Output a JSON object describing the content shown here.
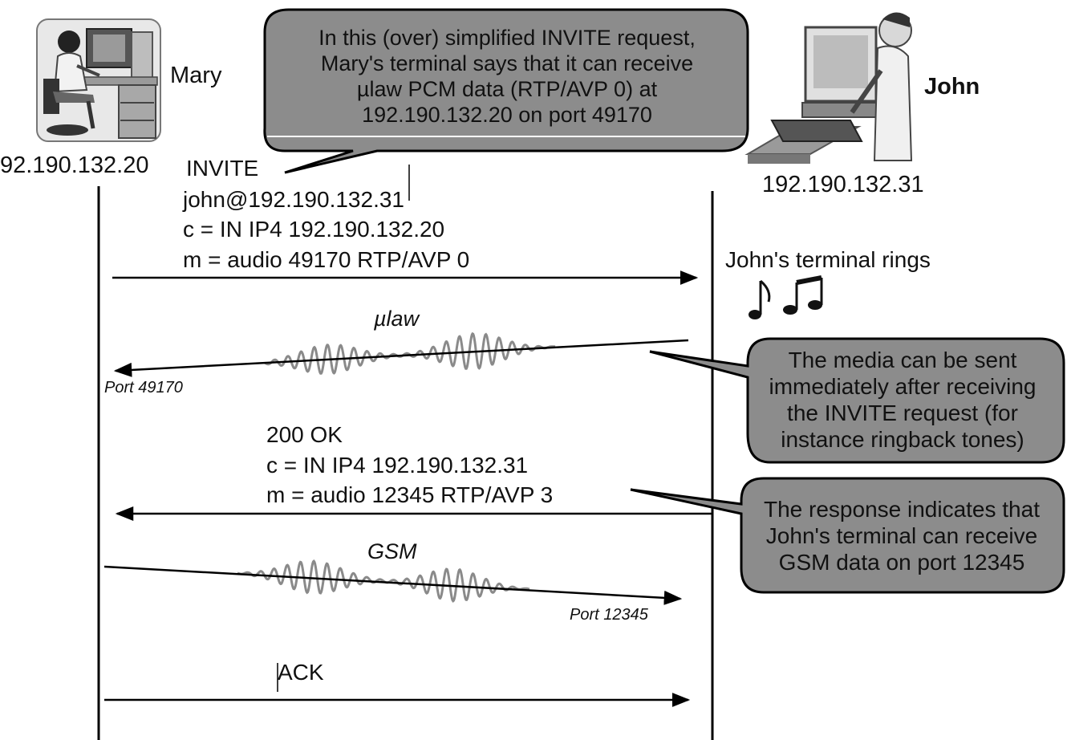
{
  "participants": {
    "mary": {
      "name": "Mary",
      "ip": "92.190.132.20"
    },
    "john": {
      "name": "John",
      "ip": "192.190.132.31"
    }
  },
  "bubbles": {
    "invite_note": [
      "In this (over) simplified INVITE request,",
      "Mary's terminal says that it can receive",
      "µlaw PCM data (RTP/AVP 0) at",
      "192.190.132.20 on port 49170"
    ],
    "media_note": [
      "The media can be sent",
      "immediately after receiving",
      "the INVITE request (for",
      "instance ringback tones)"
    ],
    "response_note": [
      "The response indicates that",
      "John's terminal can receive",
      "GSM data on port 12345"
    ]
  },
  "messages": {
    "invite": [
      "INVITE",
      "john@192.190.132.31",
      "c = IN IP4 192.190.132.20",
      "m = audio 49170 RTP/AVP 0"
    ],
    "ok": [
      "200 OK",
      "c = IN IP4 192.190.132.31",
      "m = audio 12345 RTP/AVP 3"
    ],
    "ack": "ACK",
    "rings": "John's terminal rings"
  },
  "media": {
    "ulaw": {
      "codec": "µlaw",
      "port": "Port 49170"
    },
    "gsm": {
      "codec": "GSM",
      "port": "Port 12345"
    }
  },
  "colors": {
    "bubble_fill": "#8c8c8c",
    "bubble_stroke": "#000000",
    "wave": "#8a8a8a",
    "line": "#000000"
  }
}
